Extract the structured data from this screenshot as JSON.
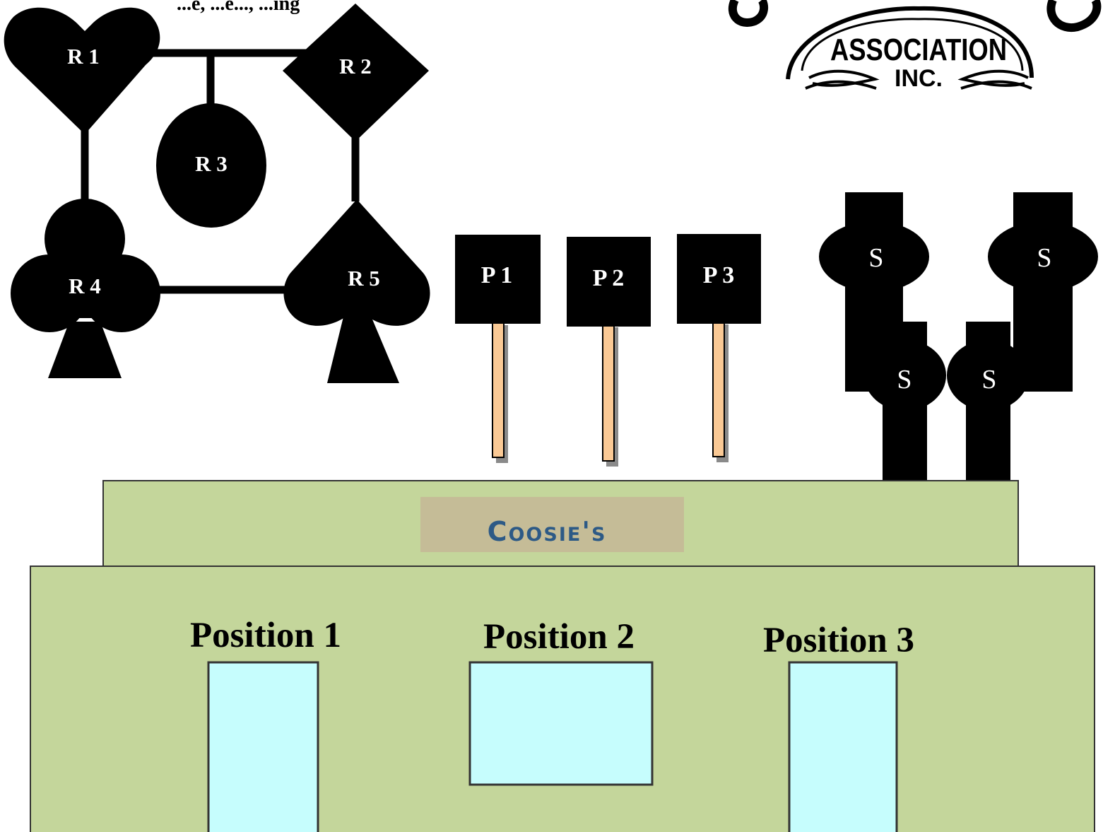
{
  "header": {
    "cut_text": "...e, ...e..., ...ing"
  },
  "logo": {
    "line1": "ASSOCIATION",
    "line2": "INC."
  },
  "tables": [
    {
      "id": "R1",
      "label": "R  1",
      "shape": "heart"
    },
    {
      "id": "R2",
      "label": "R  2",
      "shape": "diamond"
    },
    {
      "id": "R3",
      "label": "R  3",
      "shape": "oval"
    },
    {
      "id": "R4",
      "label": "R  4",
      "shape": "club"
    },
    {
      "id": "R5",
      "label": "R  5",
      "shape": "spade"
    }
  ],
  "posts": [
    {
      "id": "P1",
      "label": "P 1"
    },
    {
      "id": "P2",
      "label": "P 2"
    },
    {
      "id": "P3",
      "label": "P 3"
    }
  ],
  "stalls": [
    {
      "id": "S1",
      "label": "S"
    },
    {
      "id": "S2",
      "label": "S"
    },
    {
      "id": "S3",
      "label": "S"
    },
    {
      "id": "S4",
      "label": "S"
    }
  ],
  "building": {
    "sign": "Coosie's",
    "positions": [
      {
        "label": "Position 1"
      },
      {
        "label": "Position 2"
      },
      {
        "label": "Position 3"
      }
    ],
    "colors": {
      "wall": "#c4d69b",
      "window": "#c6fdfd",
      "sign_bg": "#c5bc97",
      "sign_text": "#2d5a86",
      "stake": "#fac995"
    }
  }
}
